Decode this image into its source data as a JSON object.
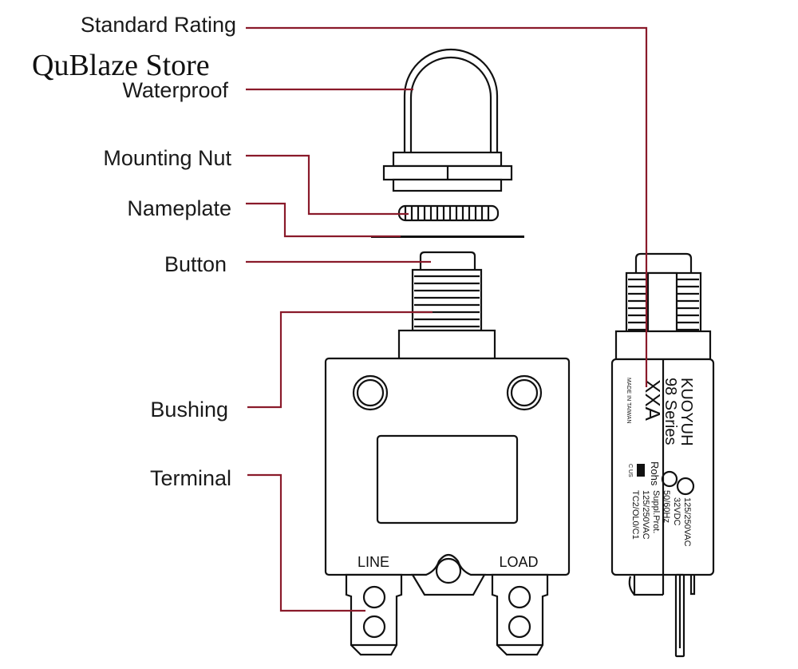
{
  "watermark": "QuBlaze Store",
  "callouts": [
    {
      "id": "standard-rating",
      "label": "Standard Rating"
    },
    {
      "id": "waterproof",
      "label": "Waterproof"
    },
    {
      "id": "mounting-nut",
      "label": "Mounting Nut"
    },
    {
      "id": "nameplate",
      "label": "Nameplate"
    },
    {
      "id": "button",
      "label": "Button"
    },
    {
      "id": "bushing",
      "label": "Bushing"
    },
    {
      "id": "terminal",
      "label": "Terminal"
    }
  ],
  "front_view": {
    "terminal_left_label": "LINE",
    "terminal_right_label": "LOAD"
  },
  "side_view": {
    "brand": "KUOYUH",
    "series": "98 Series",
    "rating": "XXA",
    "made_in": "MADE IN TAIWAN",
    "rohs": "Rohs",
    "cert_line": "C   US",
    "spec_lines": [
      "125/250VAC",
      "32VDC",
      "50/60Hz",
      "Suppl.Prot.",
      "125/250VAC",
      "TC2/OL0/C1"
    ]
  },
  "colors": {
    "leader_line": "#8a1a2a",
    "outline": "#111111"
  }
}
